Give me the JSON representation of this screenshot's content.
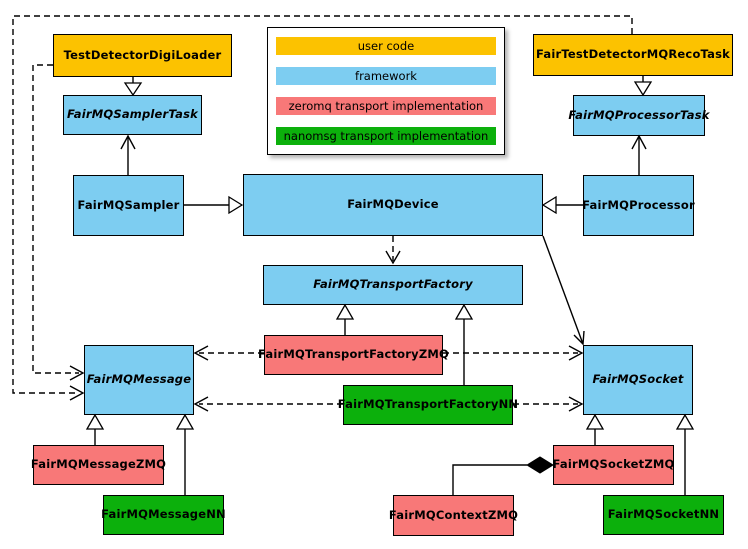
{
  "colors": {
    "user_code": "#FCC200",
    "framework": "#7DCDF1",
    "zeromq": "#F87878",
    "nanomsg": "#0CB00C",
    "line": "#000000",
    "background": "#FFFFFF"
  },
  "legend": {
    "items": [
      {
        "label": "user code",
        "color_key": "user_code"
      },
      {
        "label": "framework",
        "color_key": "framework"
      },
      {
        "label": "zeromq transport implementation",
        "color_key": "zeromq"
      },
      {
        "label": "nanomsg transport implementation",
        "color_key": "nanomsg"
      }
    ]
  },
  "nodes": {
    "testDetectorDigiLoader": {
      "label": "TestDetectorDigiLoader",
      "category": "user code",
      "abstract": false
    },
    "fairTestDetectorMQRecoTask": {
      "label": "FairTestDetectorMQRecoTask",
      "category": "user code",
      "abstract": false
    },
    "fairMQSamplerTask": {
      "label": "FairMQSamplerTask",
      "category": "framework",
      "abstract": true
    },
    "fairMQProcessorTask": {
      "label": "FairMQProcessorTask",
      "category": "framework",
      "abstract": true
    },
    "fairMQSampler": {
      "label": "FairMQSampler",
      "category": "framework",
      "abstract": false
    },
    "fairMQDevice": {
      "label": "FairMQDevice",
      "category": "framework",
      "abstract": false
    },
    "fairMQProcessor": {
      "label": "FairMQProcessor",
      "category": "framework",
      "abstract": false
    },
    "fairMQTransportFactory": {
      "label": "FairMQTransportFactory",
      "category": "framework",
      "abstract": true
    },
    "fairMQTransportFactoryZMQ": {
      "label": "FairMQTransportFactoryZMQ",
      "category": "zeromq transport implementation",
      "abstract": false
    },
    "fairMQTransportFactoryNN": {
      "label": "FairMQTransportFactoryNN",
      "category": "nanomsg transport implementation",
      "abstract": false
    },
    "fairMQMessage": {
      "label": "FairMQMessage",
      "category": "framework",
      "abstract": true
    },
    "fairMQSocket": {
      "label": "FairMQSocket",
      "category": "framework",
      "abstract": true
    },
    "fairMQMessageZMQ": {
      "label": "FairMQMessageZMQ",
      "category": "zeromq transport implementation",
      "abstract": false
    },
    "fairMQMessageNN": {
      "label": "FairMQMessageNN",
      "category": "nanomsg transport implementation",
      "abstract": false
    },
    "fairMQSocketZMQ": {
      "label": "FairMQSocketZMQ",
      "category": "zeromq transport implementation",
      "abstract": false
    },
    "fairMQSocketNN": {
      "label": "FairMQSocketNN",
      "category": "nanomsg transport implementation",
      "abstract": false
    },
    "fairMQContextZMQ": {
      "label": "FairMQContextZMQ",
      "category": "zeromq transport implementation",
      "abstract": false
    }
  },
  "edges": [
    {
      "from": "TestDetectorDigiLoader",
      "to": "FairMQSamplerTask",
      "type": "generalization",
      "line": "solid"
    },
    {
      "from": "FairTestDetectorMQRecoTask",
      "to": "FairMQProcessorTask",
      "type": "generalization",
      "line": "solid"
    },
    {
      "from": "FairMQSampler",
      "to": "FairMQDevice",
      "type": "generalization",
      "line": "solid"
    },
    {
      "from": "FairMQProcessor",
      "to": "FairMQDevice",
      "type": "generalization",
      "line": "solid"
    },
    {
      "from": "FairMQSampler",
      "to": "FairMQSamplerTask",
      "type": "association",
      "line": "solid"
    },
    {
      "from": "FairMQProcessor",
      "to": "FairMQProcessorTask",
      "type": "association",
      "line": "solid"
    },
    {
      "from": "FairMQDevice",
      "to": "FairMQTransportFactory",
      "type": "dependency",
      "line": "dashed"
    },
    {
      "from": "FairMQDevice",
      "to": "FairMQSocket",
      "type": "association",
      "line": "solid"
    },
    {
      "from": "FairMQTransportFactoryZMQ",
      "to": "FairMQTransportFactory",
      "type": "generalization",
      "line": "solid"
    },
    {
      "from": "FairMQTransportFactoryNN",
      "to": "FairMQTransportFactory",
      "type": "generalization",
      "line": "solid"
    },
    {
      "from": "FairMQTransportFactoryZMQ",
      "to": "FairMQMessage",
      "type": "dependency",
      "line": "dashed"
    },
    {
      "from": "FairMQTransportFactoryZMQ",
      "to": "FairMQSocket",
      "type": "dependency",
      "line": "dashed"
    },
    {
      "from": "FairMQTransportFactoryNN",
      "to": "FairMQMessage",
      "type": "dependency",
      "line": "dashed"
    },
    {
      "from": "FairMQTransportFactoryNN",
      "to": "FairMQSocket",
      "type": "dependency",
      "line": "dashed"
    },
    {
      "from": "TestDetectorDigiLoader",
      "to": "FairMQMessage",
      "type": "dependency",
      "line": "dashed"
    },
    {
      "from": "FairTestDetectorMQRecoTask",
      "to": "FairMQMessage",
      "type": "dependency",
      "line": "dashed"
    },
    {
      "from": "FairMQMessageZMQ",
      "to": "FairMQMessage",
      "type": "generalization",
      "line": "solid"
    },
    {
      "from": "FairMQMessageNN",
      "to": "FairMQMessage",
      "type": "generalization",
      "line": "solid"
    },
    {
      "from": "FairMQSocketZMQ",
      "to": "FairMQSocket",
      "type": "generalization",
      "line": "solid"
    },
    {
      "from": "FairMQSocketNN",
      "to": "FairMQSocket",
      "type": "generalization",
      "line": "solid"
    },
    {
      "from": "FairMQSocketZMQ",
      "to": "FairMQContextZMQ",
      "type": "composition",
      "line": "solid"
    }
  ]
}
